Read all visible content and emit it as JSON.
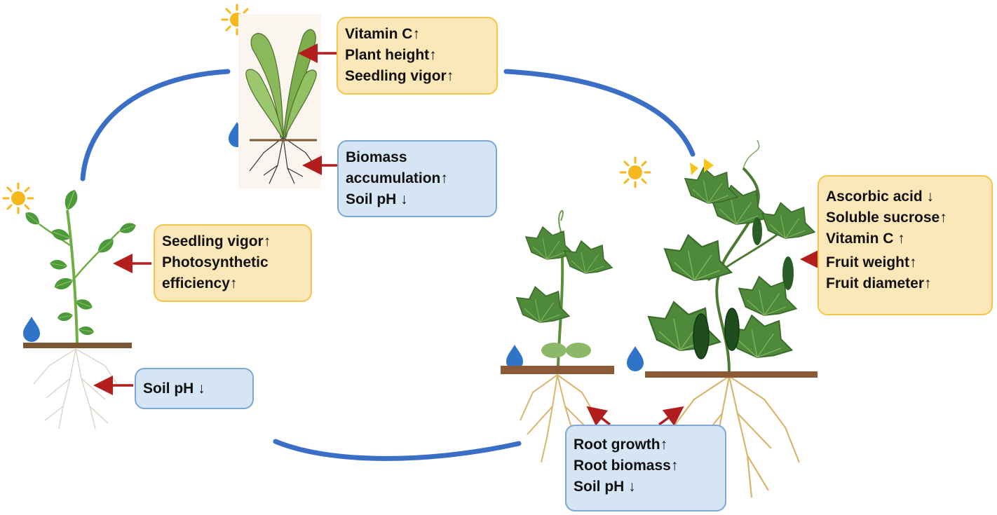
{
  "colors": {
    "cycle_arrow": "#3b6fc6",
    "pointer_arrow": "#b21d1d",
    "yellow_box_fill": "#fce7b8",
    "yellow_box_border": "#f3c64a",
    "blue_box_fill": "#d6e5f4",
    "blue_box_border": "#7ea7d6",
    "sun": "#f6b71d",
    "water": "#2f74c7",
    "soil": "#7a5632",
    "leaf": "#4a8a3c",
    "root": "#d9b56d"
  },
  "icons": [
    "sun-icon",
    "water-drop-icon",
    "red-arrow-icon",
    "tomato-seedling",
    "spinach-plant",
    "young-cucumber-plant",
    "mature-cucumber-plant"
  ],
  "boxes": {
    "spinach_top": [
      "Vitamin C↑",
      "Plant height↑",
      "Seedling vigor↑"
    ],
    "spinach_root": [
      "Biomass",
      "accumulation↑",
      "Soil pH ↓"
    ],
    "tomato_top": [
      "Seedling vigor↑",
      "Photosynthetic",
      "efficiency↑"
    ],
    "tomato_root": [
      "Soil pH ↓"
    ],
    "cucumber_fruit": [
      "Ascorbic acid ↓",
      "Soluble sucrose↑",
      "Vitamin C ↑",
      "Fruit weight↑",
      "Fruit diameter↑"
    ],
    "cucumber_root": [
      "Root growth↑",
      "Root biomass↑",
      "Soil pH ↓"
    ]
  }
}
